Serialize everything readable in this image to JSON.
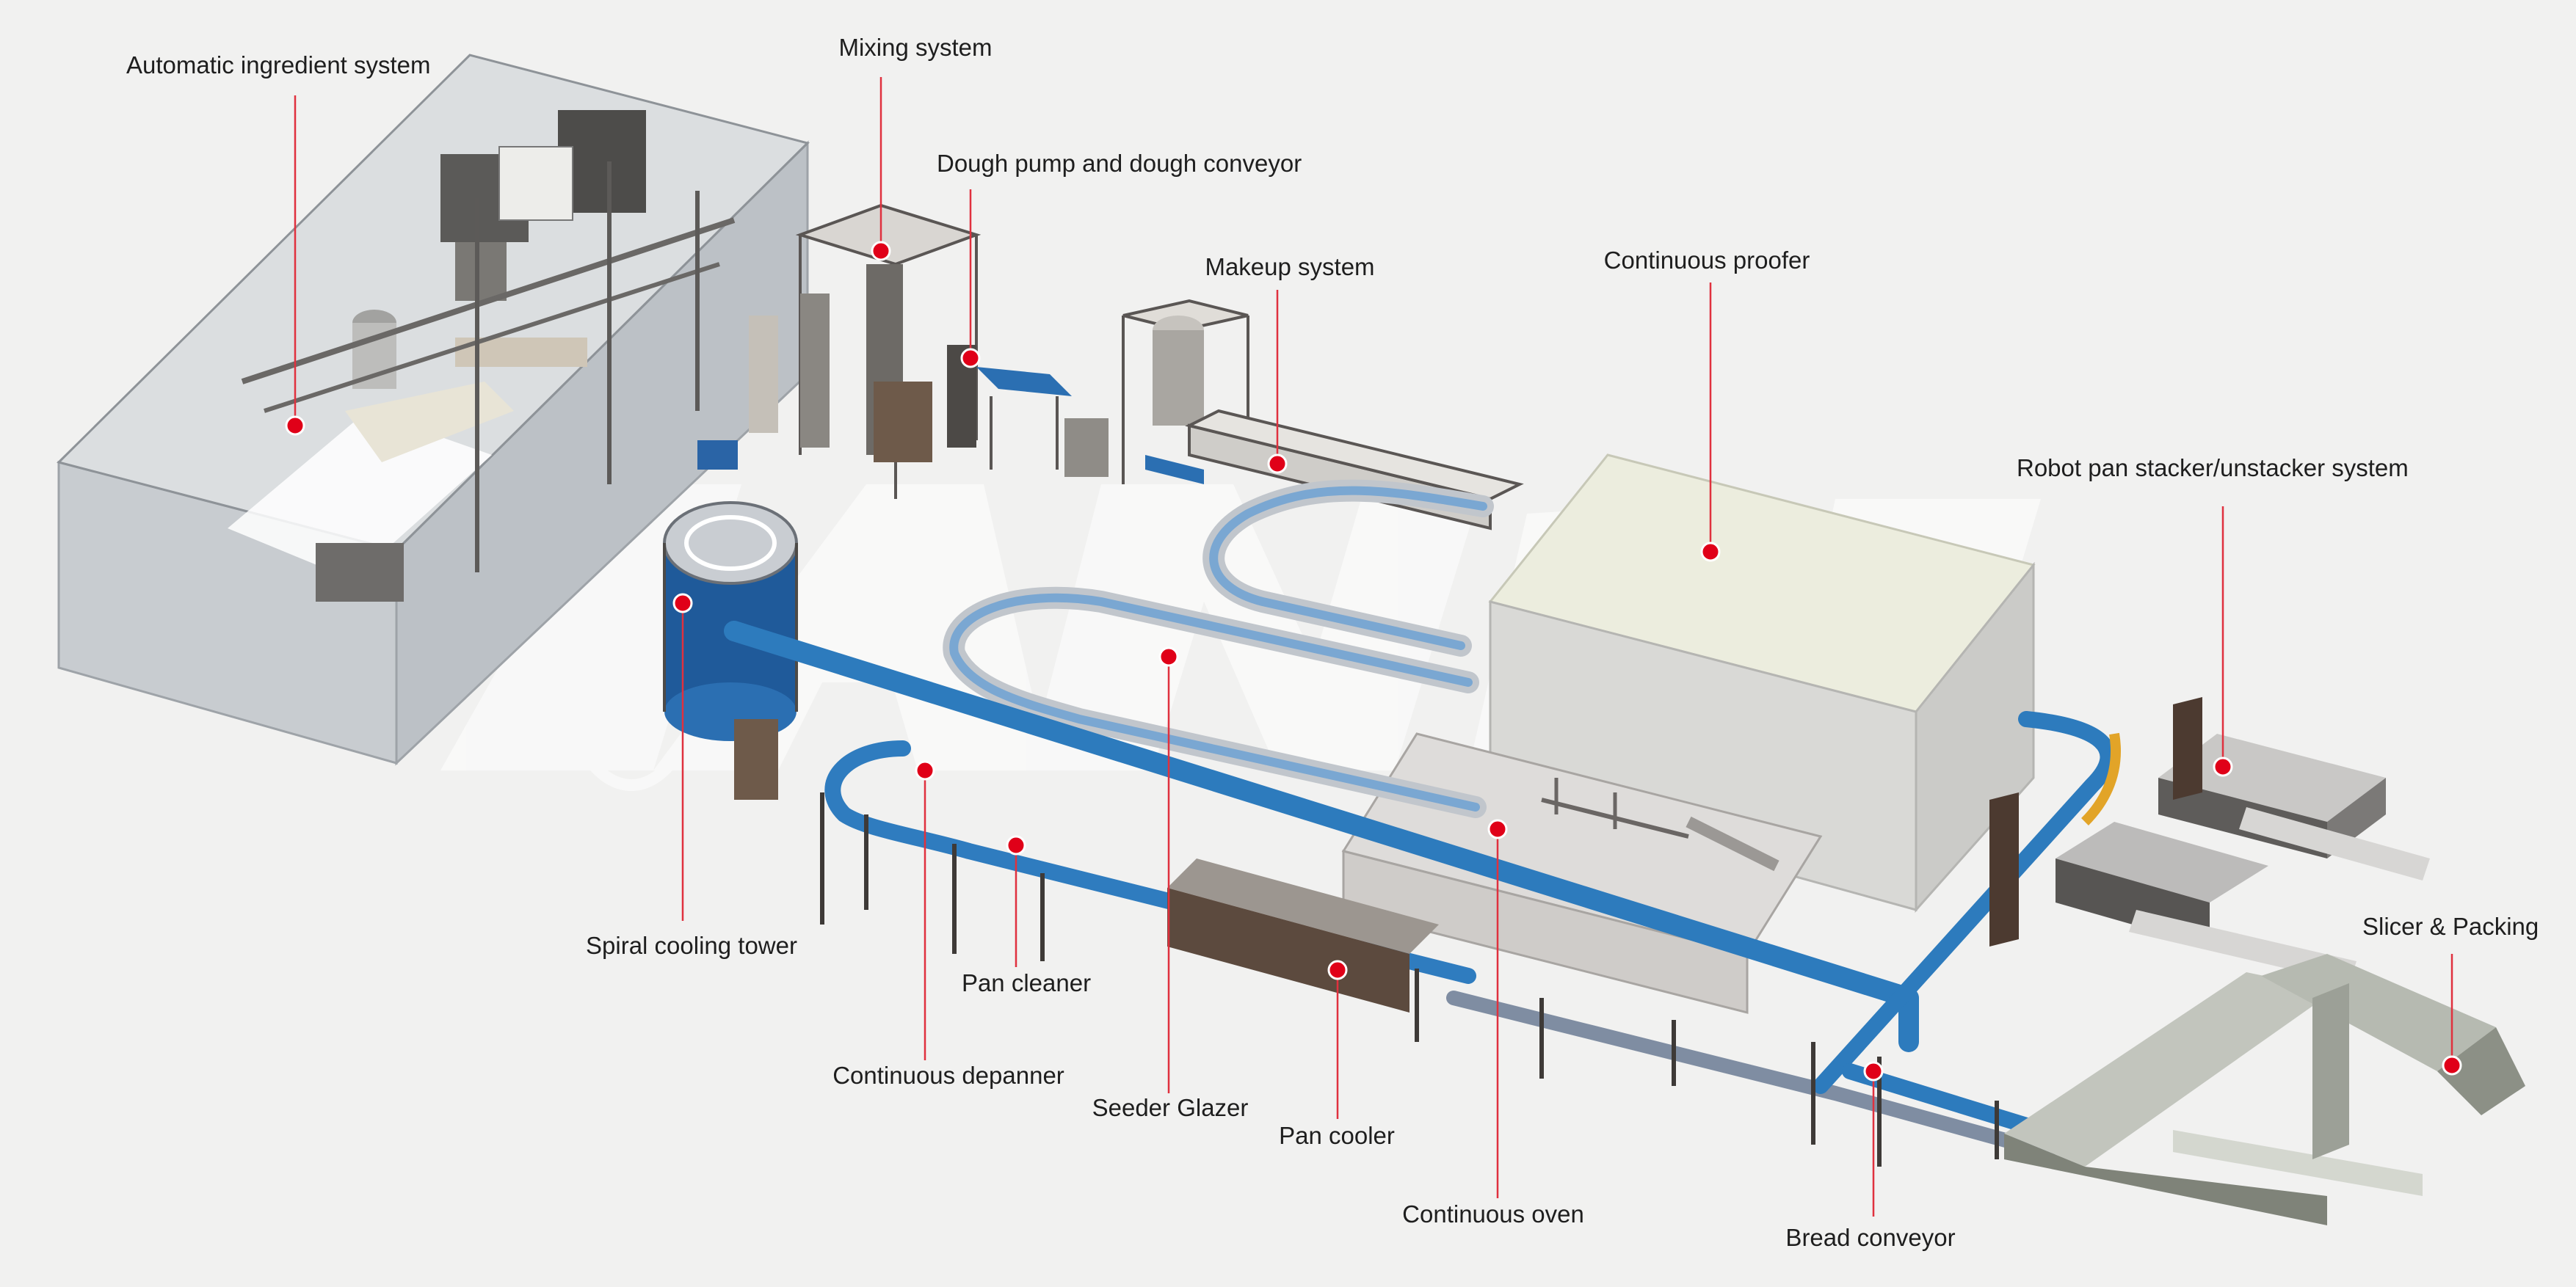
{
  "labels": {
    "automatic_ingredient": "Automatic ingredient system",
    "mixing": "Mixing system",
    "dough_pump": "Dough pump and dough conveyor",
    "makeup": "Makeup system",
    "continuous_proofer": "Continuous proofer",
    "robot_pan": "Robot pan stacker/unstacker system",
    "spiral_cooling": "Spiral cooling tower",
    "pan_cleaner": "Pan cleaner",
    "continuous_depanner": "Continuous depanner",
    "seeder_glazer": "Seeder Glazer",
    "pan_cooler": "Pan cooler",
    "continuous_oven": "Continuous oven",
    "bread_conveyor": "Bread conveyor",
    "slicer_packing": "Slicer & Packing"
  },
  "colors": {
    "background": "#f1f1f0",
    "leader": "#e0313e",
    "marker": "#e00018",
    "belt": "#2c79bb",
    "frame": "#4a4440"
  }
}
